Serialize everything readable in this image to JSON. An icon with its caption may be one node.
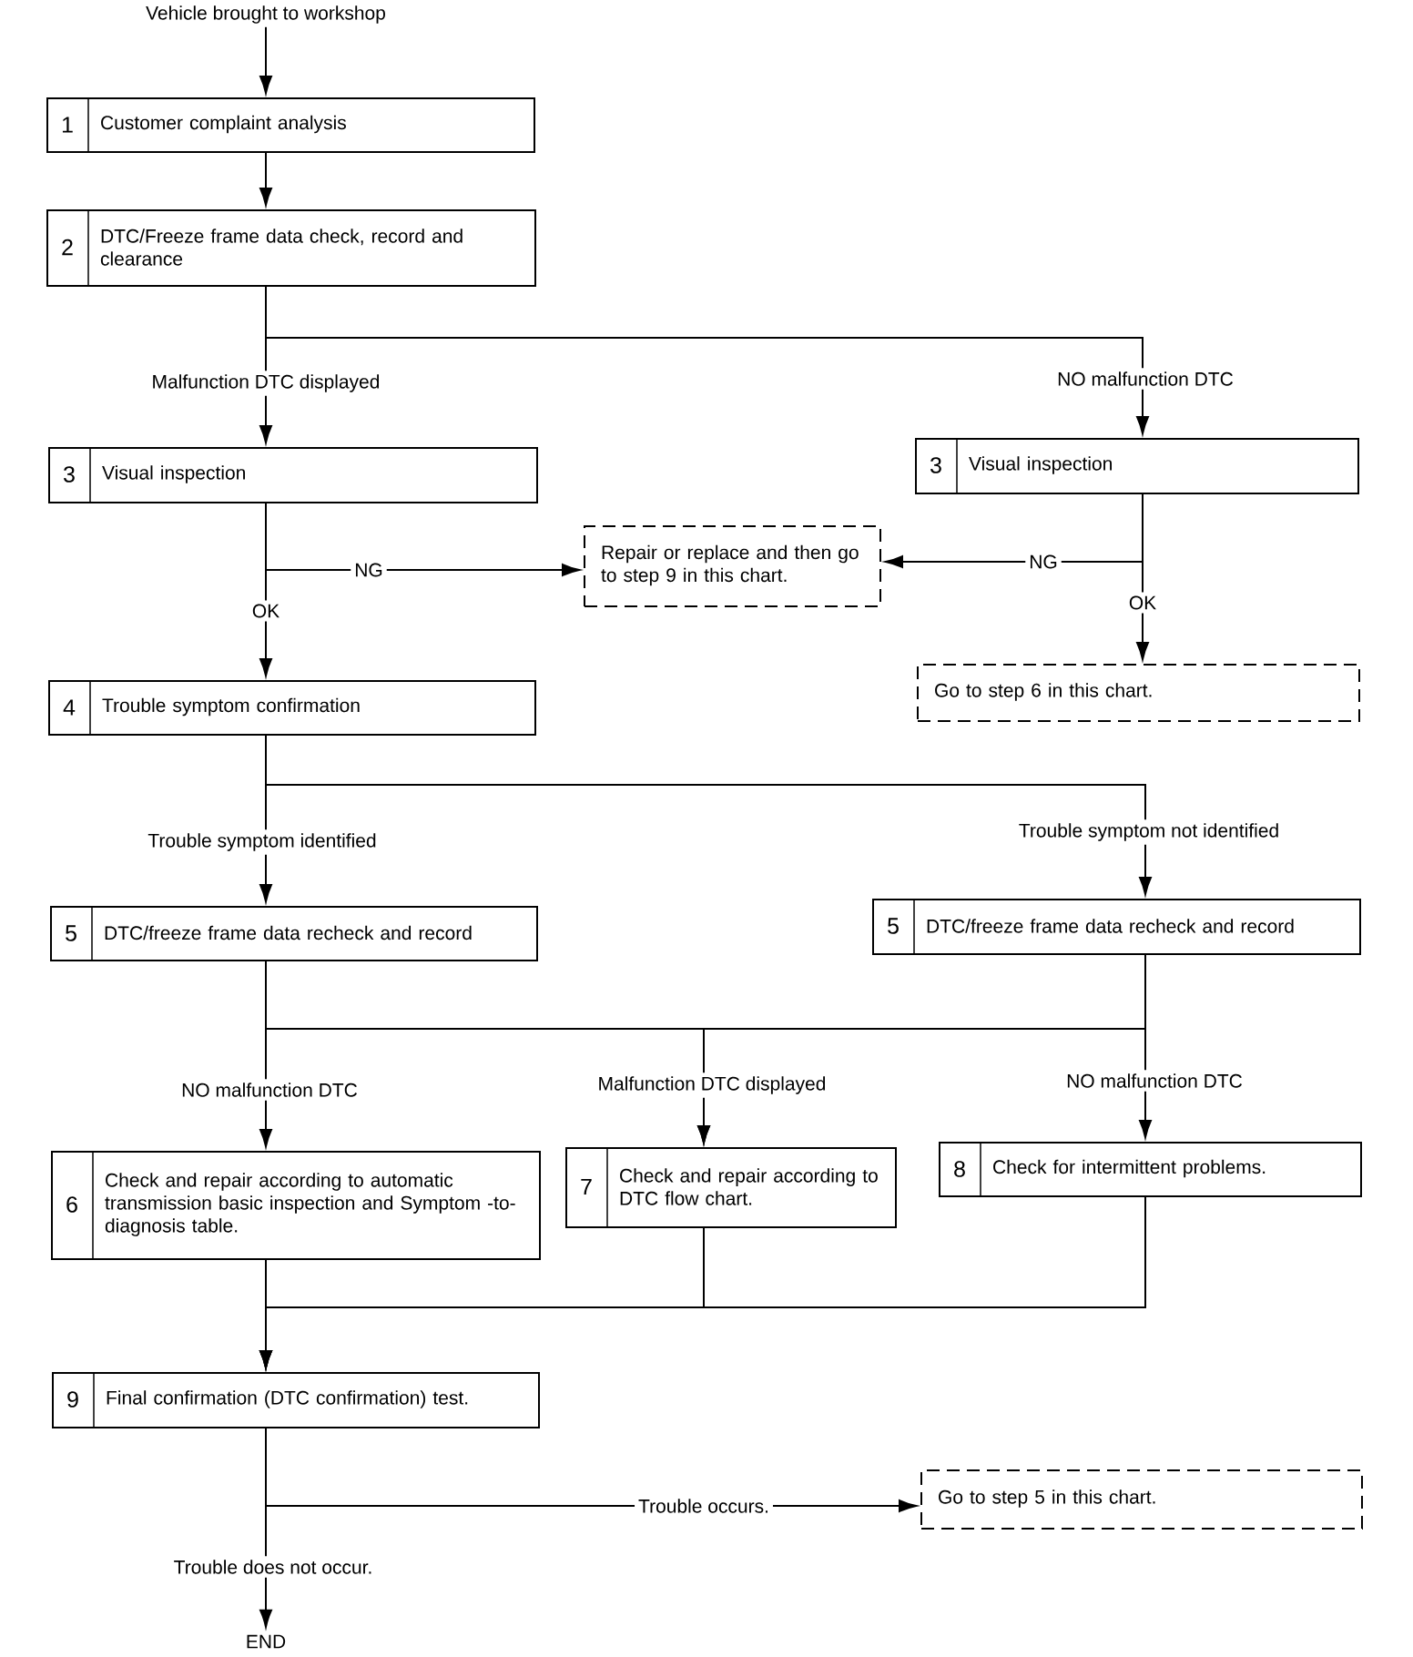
{
  "diagram": {
    "nodes": [
      {
        "text": [
          "Vehicle brought to workshop"
        ]
      },
      {
        "text": [
          "1",
          "Customer complaint analysis"
        ]
      },
      {
        "text": [
          "2",
          "DTC/Freeze frame data check, record and clearance"
        ]
      },
      {
        "text": [
          "3",
          "Visual inspection"
        ]
      },
      {
        "text": [
          "3",
          "Visual inspection"
        ]
      },
      {
        "text": [
          "Repair or replace and then go to step 9 in this chart."
        ]
      },
      {
        "text": [
          "Go to step 6 in this chart."
        ]
      },
      {
        "text": [
          "4",
          "Trouble symptom confirmation"
        ]
      },
      {
        "text": [
          "5",
          "DTC/freeze frame data recheck and record"
        ]
      },
      {
        "text": [
          "5",
          "DTC/freeze frame data recheck and record"
        ]
      },
      {
        "text": [
          "6",
          "Check and repair according to automatic transmission basic inspection and Symptom -to- diagnosis table."
        ]
      },
      {
        "text": [
          "7",
          "Check and repair according to DTC flow chart."
        ]
      },
      {
        "text": [
          "8",
          "Check for intermittent problems."
        ]
      },
      {
        "text": [
          "9",
          "Final confirmation (DTC confirmation) test."
        ]
      },
      {
        "text": [
          "Go to step 5 in this chart."
        ]
      },
      {
        "text": [
          "END"
        ]
      }
    ],
    "edges": [
      {
        "from": 0,
        "to": 1,
        "arrow": "to"
      },
      {
        "from": 1,
        "to": 2,
        "arrow": "to"
      },
      {
        "from": 2,
        "to": 3,
        "arrow": "to",
        "label": "Malfunction DTC displayed"
      },
      {
        "from": 2,
        "to": 4,
        "arrow": "to",
        "label": "NO malfunction DTC"
      },
      {
        "from": 3,
        "to": 5,
        "arrow": "to",
        "label": "NG"
      },
      {
        "from": 3,
        "to": 7,
        "arrow": "to",
        "label": "OK"
      },
      {
        "from": 4,
        "to": 5,
        "arrow": "to",
        "label": "NG"
      },
      {
        "from": 4,
        "to": 6,
        "arrow": "to",
        "label": "OK"
      },
      {
        "from": 7,
        "to": 8,
        "arrow": "to",
        "label": "Trouble symptom identified"
      },
      {
        "from": 7,
        "to": 9,
        "arrow": "to",
        "label": "Trouble symptom not identified"
      },
      {
        "from": 8,
        "to": 10,
        "arrow": "to",
        "label": "NO malfunction DTC"
      },
      {
        "from": 8,
        "to": 11,
        "arrow": "to",
        "label": "Malfunction DTC displayed"
      },
      {
        "from": 9,
        "to": 11,
        "arrow": "to"
      },
      {
        "from": 9,
        "to": 12,
        "arrow": "to",
        "label": "NO malfunction DTC"
      },
      {
        "from": 10,
        "to": 13,
        "arrow": "to"
      },
      {
        "from": 11,
        "to": 13,
        "arrow": "to"
      },
      {
        "from": 12,
        "to": 13,
        "arrow": "to"
      },
      {
        "from": 13,
        "to": 14,
        "arrow": "to",
        "label": "Trouble occurs."
      },
      {
        "from": 13,
        "to": 15,
        "arrow": "to",
        "label": "Trouble does not occur."
      }
    ]
  }
}
